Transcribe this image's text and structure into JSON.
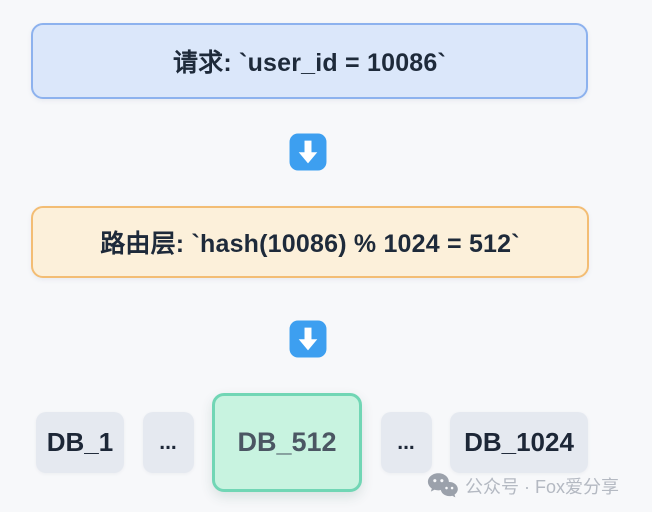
{
  "page": {
    "background_color": "#f7f8fa",
    "text_color": "#1e2a3a"
  },
  "diagram": {
    "request_box": {
      "label": "请求: `user_id = 10086`",
      "bg_color": "#dbe7fa",
      "border_color": "#8db2ee"
    },
    "down_arrow": {
      "icon": "down-arrow-emoji",
      "bg_color": "#3d9ff0",
      "glyph_color": "#ffffff"
    },
    "routing_box": {
      "label": "路由层: `hash(10086) % 1024 = 512`",
      "bg_color": "#fcf0da",
      "border_color": "#f3bd74"
    },
    "db_row": {
      "nodes": [
        {
          "label": "DB_1",
          "highlighted": false
        },
        {
          "label": "...",
          "highlighted": false
        },
        {
          "label": "DB_512",
          "highlighted": true
        },
        {
          "label": "...",
          "highlighted": false
        },
        {
          "label": "DB_1024",
          "highlighted": false
        }
      ],
      "node_bg_color": "#e5e9f0",
      "highlight_bg_color": "#c8f3e0",
      "highlight_border_color": "#71d6b5"
    }
  },
  "watermark": {
    "icon": "wechat-icon",
    "text": "公众号 · Fox爱分享",
    "color": "#b4b9c2"
  }
}
